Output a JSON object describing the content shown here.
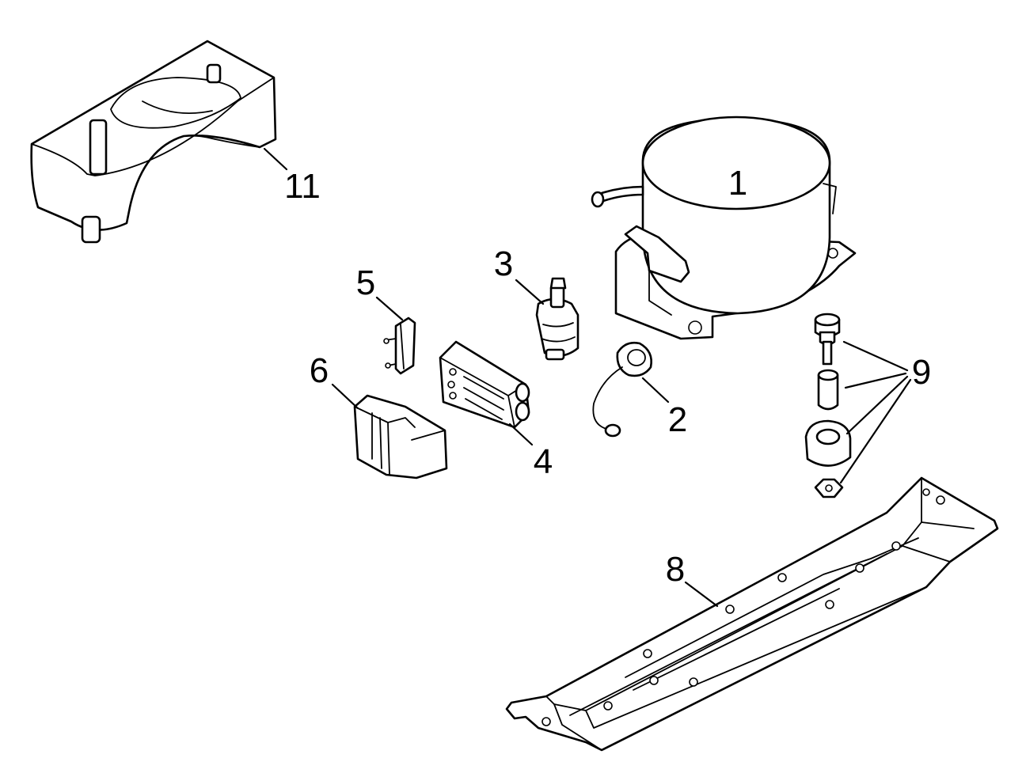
{
  "callouts": {
    "compressor": "1",
    "overload_protector": "2",
    "relay": "3",
    "relay_cover": "4",
    "clip": "5",
    "terminal_cover": "6",
    "base_plate": "8",
    "mounting_hardware": "9",
    "drain_pan": "11"
  }
}
